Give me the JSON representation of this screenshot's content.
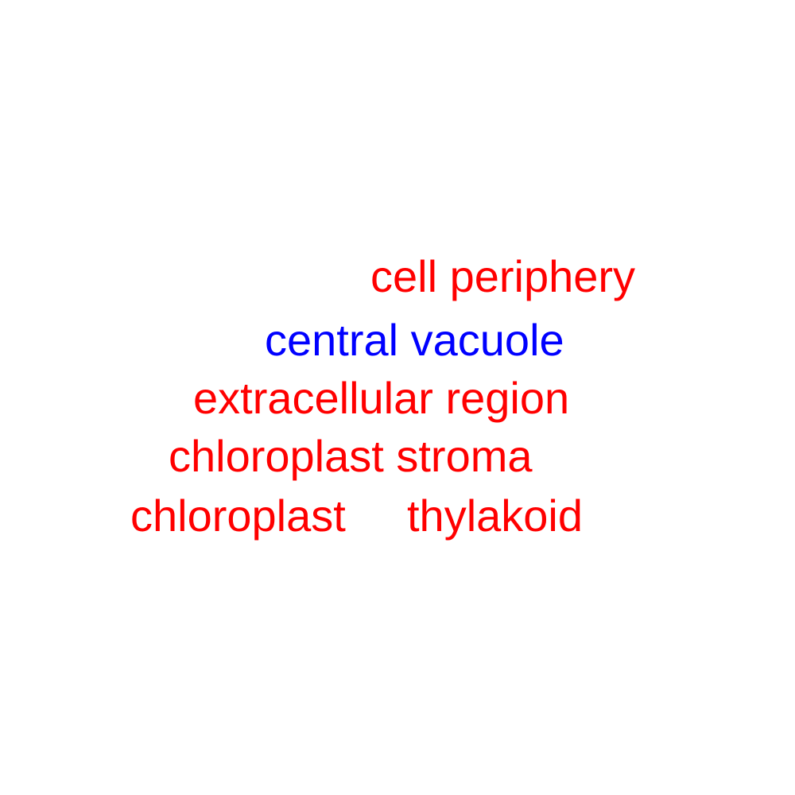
{
  "terms": [
    {
      "text": "cell periphery",
      "color": "#ff0000"
    },
    {
      "text": "central vacuole",
      "color": "#0000ff"
    },
    {
      "text": "extracellular region",
      "color": "#ff0000"
    },
    {
      "text": "chloroplast stroma",
      "color": "#ff0000"
    },
    {
      "text": "chloroplast",
      "color": "#ff0000"
    },
    {
      "text": "thylakoid",
      "color": "#ff0000"
    }
  ]
}
